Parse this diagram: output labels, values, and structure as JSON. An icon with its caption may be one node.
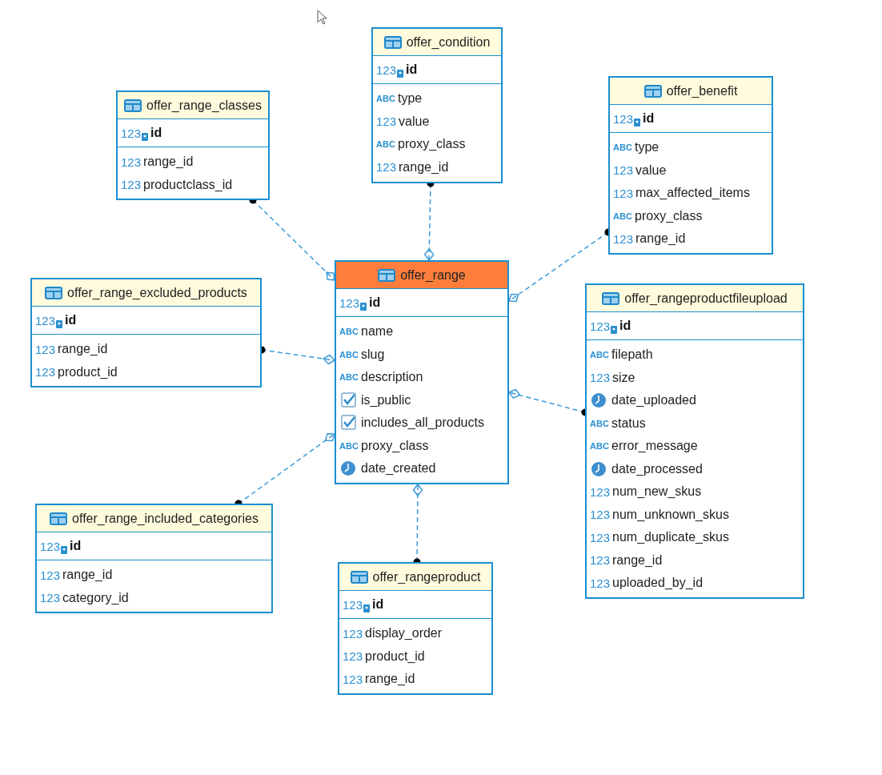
{
  "diagram": {
    "nodes": [
      {
        "text": [
          "offer_condition",
          "123",
          "id",
          "ABC",
          "type",
          "123",
          "value",
          "ABC",
          "proxy_class",
          "123",
          "range_id"
        ]
      },
      {
        "text": [
          "offer_range_classes",
          "123",
          "id",
          "123",
          "range_id",
          "123",
          "productclass_id"
        ]
      },
      {
        "text": [
          "offer_benefit",
          "123",
          "id",
          "ABC",
          "type",
          "123",
          "value",
          "123",
          "max_affected_items",
          "ABC",
          "proxy_class",
          "123",
          "range_id"
        ]
      },
      {
        "text": [
          "offer_range_excluded_products",
          "123",
          "id",
          "123",
          "range_id",
          "123",
          "product_id"
        ]
      },
      {
        "text": [
          "offer_range",
          "123",
          "id",
          "ABC",
          "name",
          "ABC",
          "slug",
          "ABC",
          "description",
          "is_public",
          "includes_all_products",
          "ABC",
          "proxy_class",
          "date_created"
        ]
      },
      {
        "text": [
          "offer_rangeproductfileupload",
          "123",
          "id",
          "ABC",
          "filepath",
          "123",
          "size",
          "date_uploaded",
          "ABC",
          "status",
          "ABC",
          "error_message",
          "date_processed",
          "123",
          "num_new_skus",
          "123",
          "num_unknown_skus",
          "123",
          "num_duplicate_skus",
          "123",
          "range_id",
          "123",
          "uploaded_by_id"
        ]
      },
      {
        "text": [
          "offer_range_included_categories",
          "123",
          "id",
          "123",
          "range_id",
          "123",
          "category_id"
        ]
      },
      {
        "text": [
          "offer_rangeproduct",
          "123",
          "id",
          "123",
          "display_order",
          "123",
          "product_id",
          "123",
          "range_id"
        ]
      }
    ],
    "edges": [
      {
        "from": 1,
        "to": 4,
        "arrow": "other",
        "style": "dashed"
      },
      {
        "from": 0,
        "to": 4,
        "arrow": "other",
        "style": "dashed"
      },
      {
        "from": 2,
        "to": 4,
        "arrow": "other",
        "style": "dashed"
      },
      {
        "from": 3,
        "to": 4,
        "arrow": "other",
        "style": "dashed"
      },
      {
        "from": 5,
        "to": 4,
        "arrow": "other",
        "style": "dashed"
      },
      {
        "from": 6,
        "to": 4,
        "arrow": "other",
        "style": "dashed"
      },
      {
        "from": 7,
        "to": 4,
        "arrow": "other",
        "style": "dashed"
      }
    ]
  }
}
